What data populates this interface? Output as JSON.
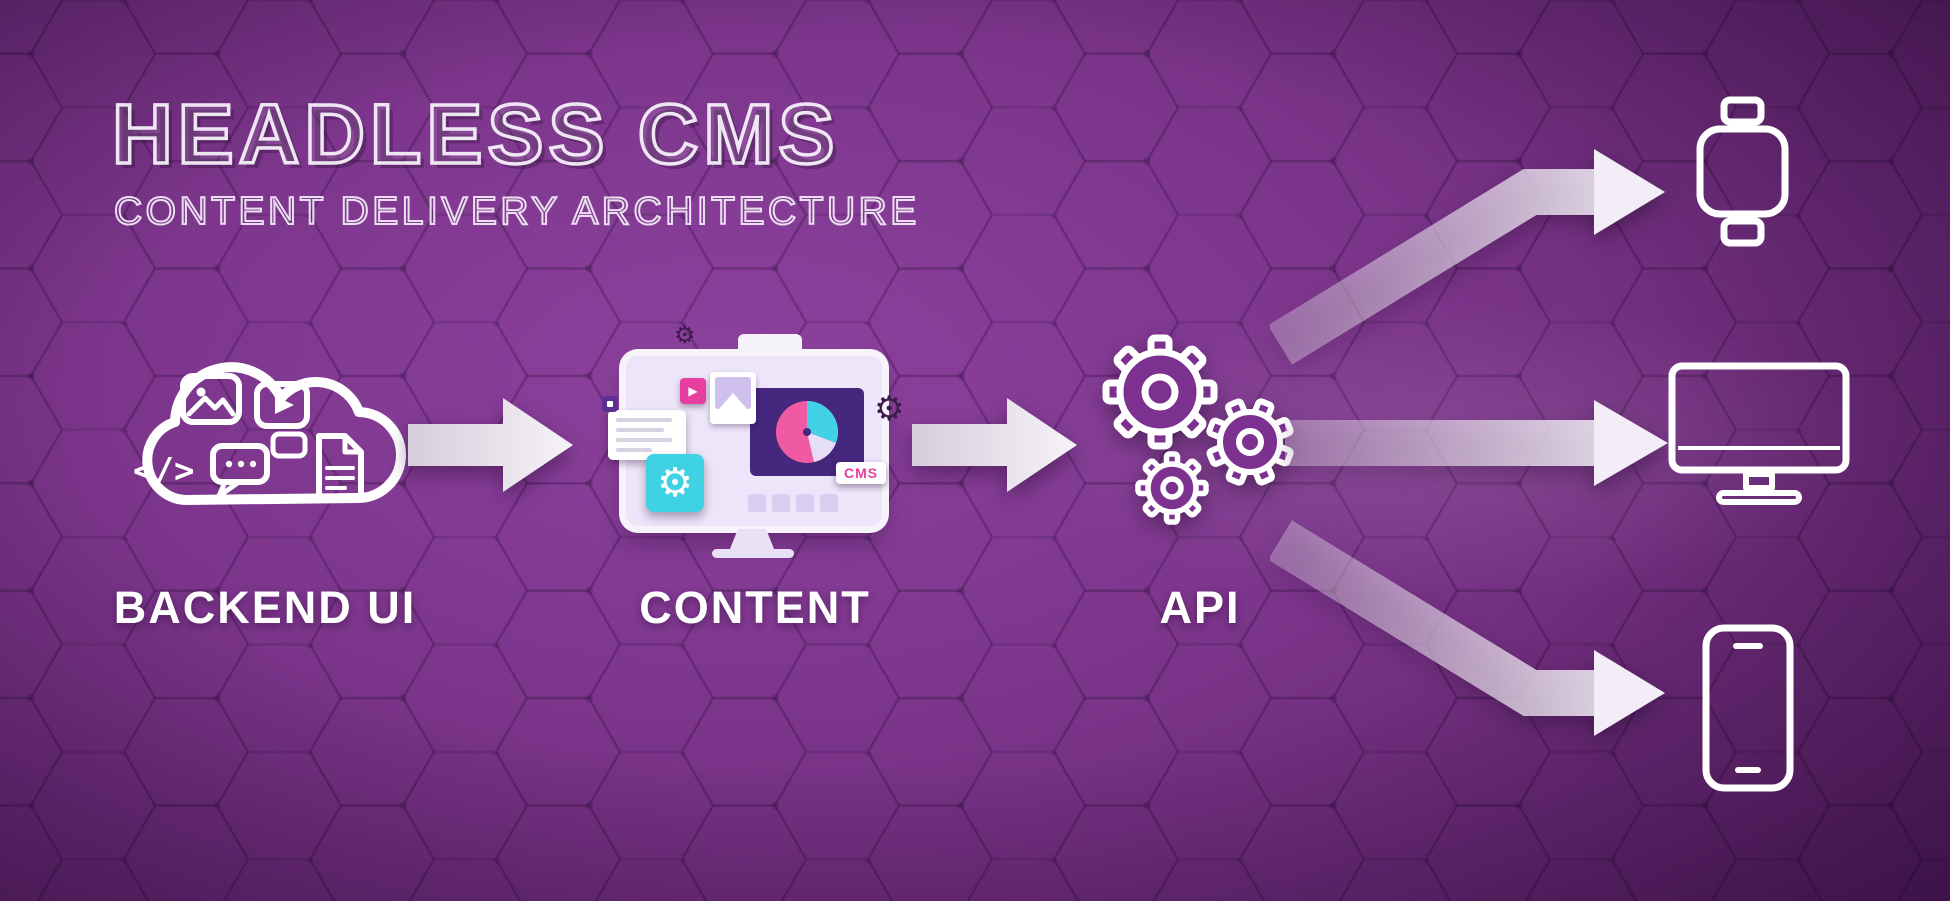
{
  "title": {
    "main": "HEADLESS CMS",
    "subtitle": "CONTENT DELIVERY ARCHITECTURE"
  },
  "stages": {
    "backend": {
      "label": "BACKEND UI"
    },
    "content": {
      "label": "CONTENT"
    },
    "api": {
      "label": "API"
    }
  },
  "content_screen": {
    "cms_tag": "CMS"
  },
  "icons": {
    "code_glyph": "</>",
    "play_glyph": "▶",
    "gear_glyph": "⚙",
    "device_top": "smartwatch-icon",
    "device_middle": "desktop-monitor-icon",
    "device_bottom": "smartphone-icon"
  },
  "colors": {
    "background_center": "#8d429e",
    "background_edge": "#3a0f47",
    "accent_pink": "#e73e9f",
    "accent_cyan": "#3ed2e4",
    "panel_indigo": "#45277e",
    "gear_purple": "#7c3190",
    "arrow_light": "#efe9f3",
    "text_white": "#ffffff"
  }
}
